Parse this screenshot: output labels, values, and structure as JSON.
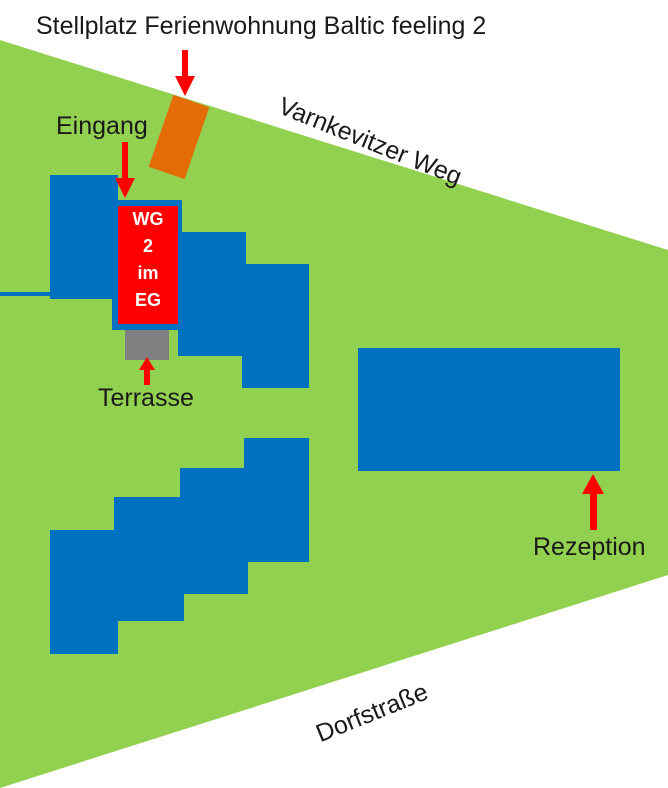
{
  "title": "Stellplatz Ferienwohnung Baltic feeling 2",
  "streets": {
    "top": "Varnkevitzer Weg",
    "bottom": "Dorfstraße"
  },
  "labels": {
    "entrance": "Eingang",
    "terrace": "Terrasse",
    "reception": "Rezeption"
  },
  "unit": {
    "lines": [
      "WG",
      "2",
      "im",
      "EG"
    ]
  },
  "colors": {
    "ground": "#92d050",
    "building": "#0070c0",
    "unit": "#ff0000",
    "parking": "#e36c09",
    "terrace": "#7f7f7f",
    "arrow": "#ff0000"
  }
}
